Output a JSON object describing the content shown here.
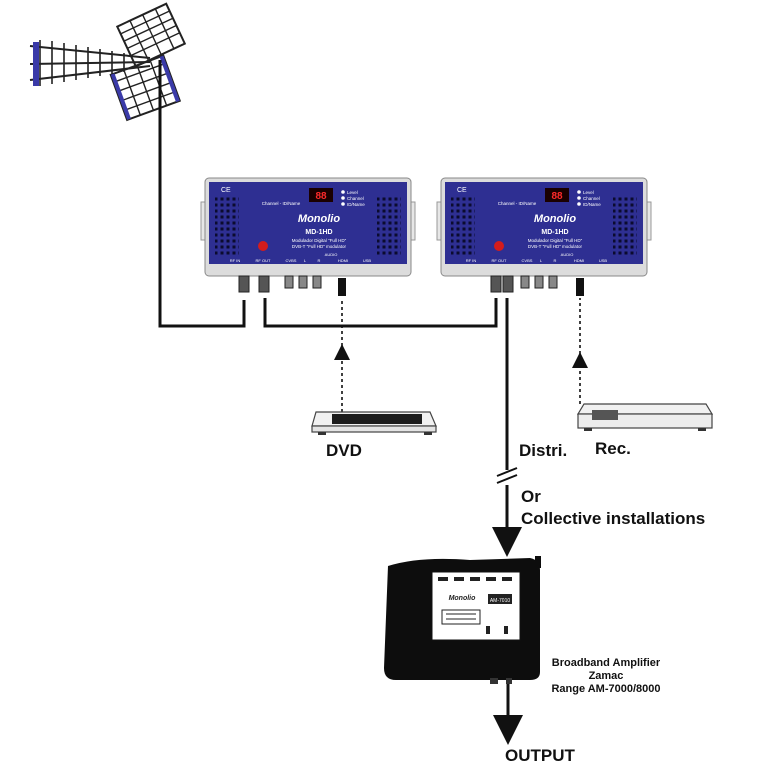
{
  "labels": {
    "dvd": "DVD",
    "rec": "Rec.",
    "distri": "Distri.",
    "or": "Or",
    "collective": "Collective installations",
    "amp_line1": "Broadband Amplifier",
    "amp_line2": "Zamac",
    "amp_line3": "Range AM-7000/8000",
    "output": "OUTPUT"
  },
  "modulator": {
    "brand": "Monolio",
    "model": "MD-1HD",
    "desc1": "Modulador Digital \"Full HD\"",
    "desc2": "DVB-T \"Full HD\" modulator",
    "display": "88",
    "channel_label": "Channel - ID/Name",
    "ce": "CE",
    "ports": [
      "RF IN",
      "RF OUT",
      "CVBS",
      "L",
      "R",
      "HDMI",
      "USB"
    ],
    "leds": [
      "Level",
      "Channel",
      "ID/Name"
    ],
    "audio": "AUDIO"
  },
  "amplifier": {
    "brand": "Monolio",
    "model": "AM-7010"
  },
  "colors": {
    "modulator_face": "#2e2f92",
    "line": "#111111",
    "amp_body": "#0d0d0d"
  }
}
